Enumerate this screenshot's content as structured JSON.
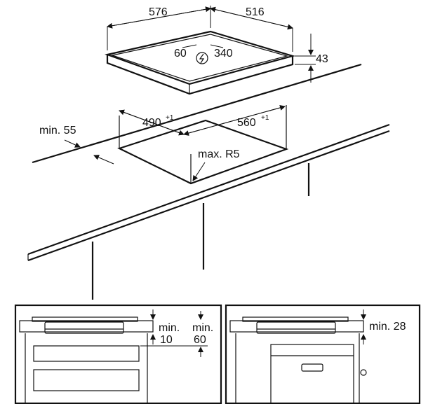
{
  "hob": {
    "width": "576",
    "depth": "516",
    "height": "43",
    "cable_offset_left": "60",
    "cable_offset_right": "340"
  },
  "cutout": {
    "width": "490",
    "width_tolerance": "+1",
    "depth": "560",
    "depth_tolerance": "+1",
    "corner_radius": "max. R5",
    "min_front_distance": "min. 55"
  },
  "detail_left": {
    "min_a_line1": "min.",
    "min_a_line2": "10",
    "min_b_line1": "min.",
    "min_b_line2": "60"
  },
  "detail_right": {
    "min_label": "min. 28"
  }
}
